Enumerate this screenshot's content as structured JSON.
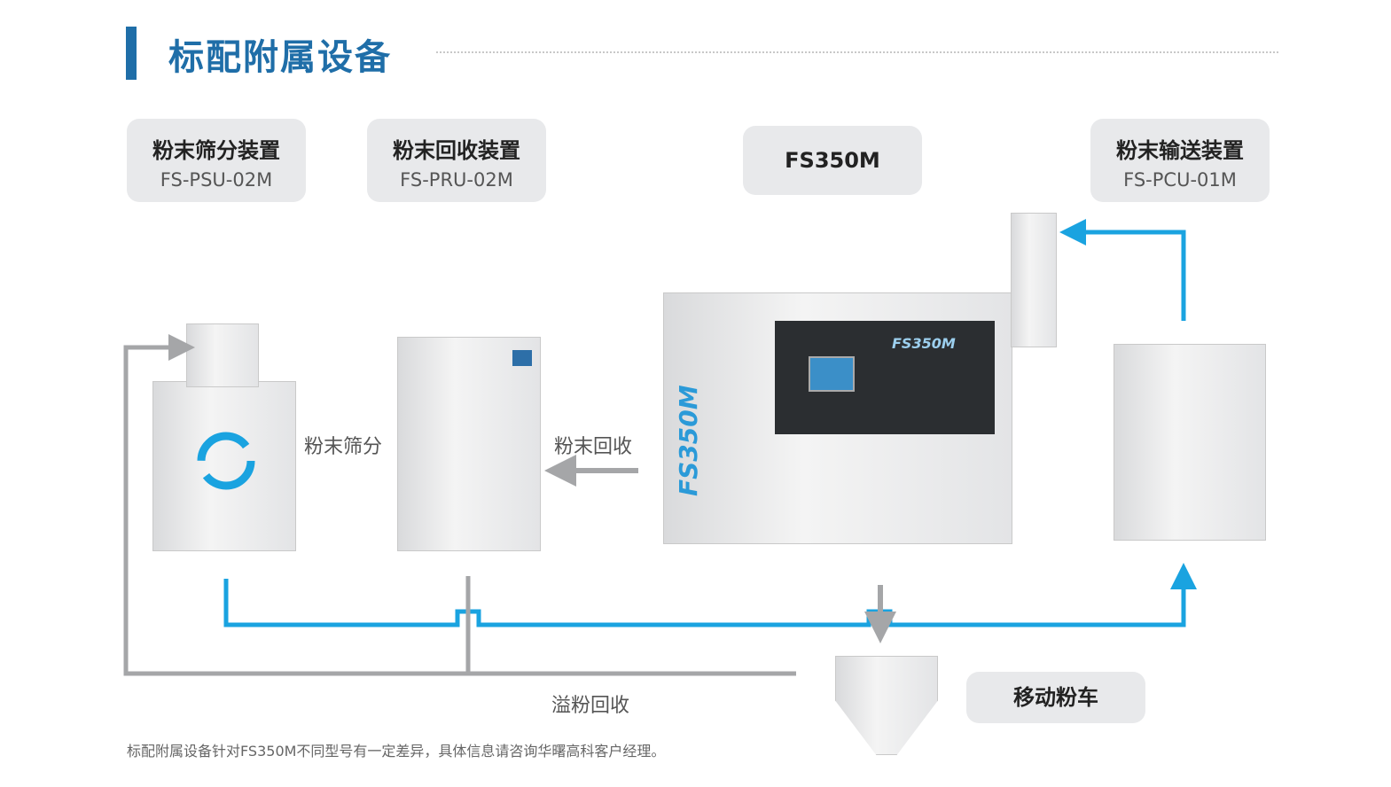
{
  "header": {
    "title": "标配附属设备"
  },
  "devices": [
    {
      "name": "粉末筛分装置",
      "model": "FS-PSU-02M"
    },
    {
      "name": "粉末回收装置",
      "model": "FS-PRU-02M"
    },
    {
      "name": "FS350M"
    },
    {
      "name": "粉末输送装置",
      "model": "FS-PCU-01M"
    },
    {
      "name": "移动粉车"
    }
  ],
  "flow_labels": {
    "sieve": "粉末筛分",
    "recover": "粉末回收",
    "overflow": "溢粉回收"
  },
  "machine_brand": "FS350M",
  "footnote": "标配附属设备针对FS350M不同型号有一定差异，具体信息请咨询华曙高科客户经理。",
  "colors": {
    "accent": "#1f6ea8",
    "flow_blue": "#1aa3e0",
    "flow_grey": "#a5a6a8"
  }
}
